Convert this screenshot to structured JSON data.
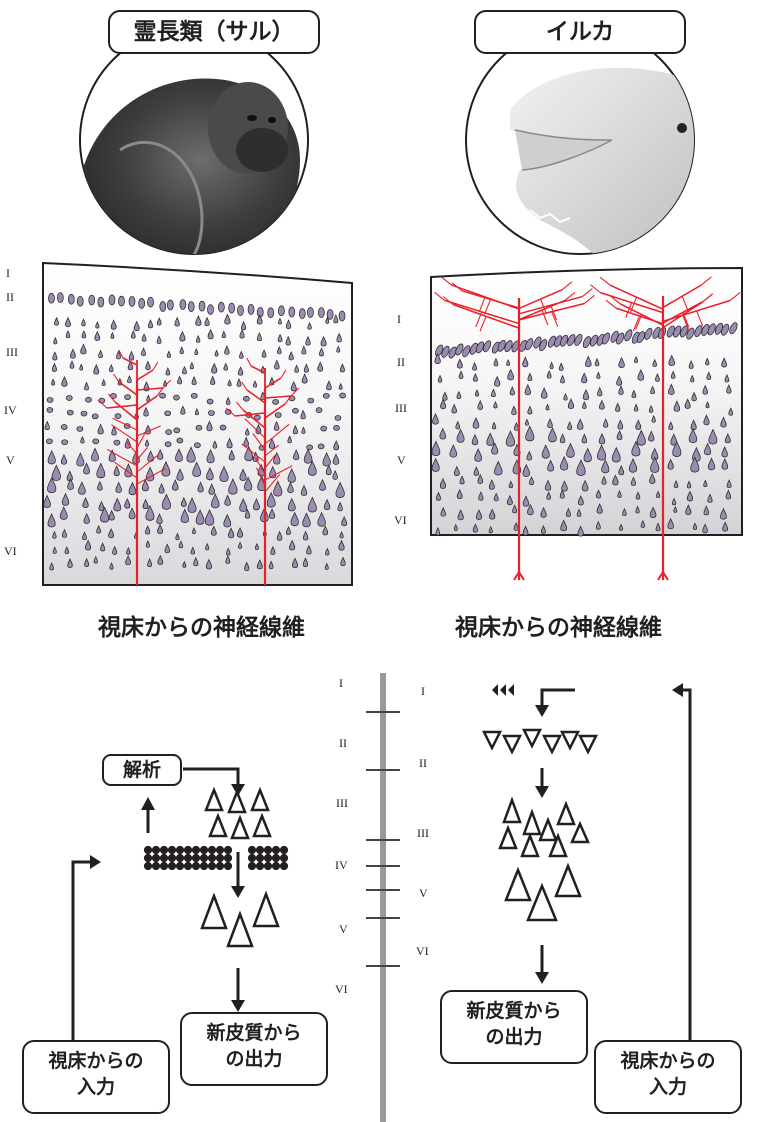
{
  "primate": {
    "title": "霊長類（サル）",
    "caption": "視床からの神経線維",
    "layers": [
      "I",
      "II",
      "III",
      "IV",
      "V",
      "VI"
    ]
  },
  "dolphin": {
    "title": "イルカ",
    "caption": "視床からの神経線維",
    "layers": [
      "I",
      "II",
      "III",
      "V",
      "VI"
    ]
  },
  "schematic": {
    "analysis_label": "解析",
    "left_input": [
      "視床からの",
      "入力"
    ],
    "left_output": [
      "新皮質から",
      "の出力"
    ],
    "right_output": [
      "新皮質から",
      "の出力"
    ],
    "right_input": [
      "視床からの",
      "入力"
    ],
    "left_layers": [
      "I",
      "II",
      "III",
      "IV",
      "V",
      "VI"
    ],
    "right_layers": [
      "I",
      "II",
      "III",
      "V",
      "VI"
    ]
  },
  "colors": {
    "fiber": "#e8202a",
    "cell": "#9a8bb0",
    "ink": "#231f20",
    "axis": "#9a9a9a"
  }
}
